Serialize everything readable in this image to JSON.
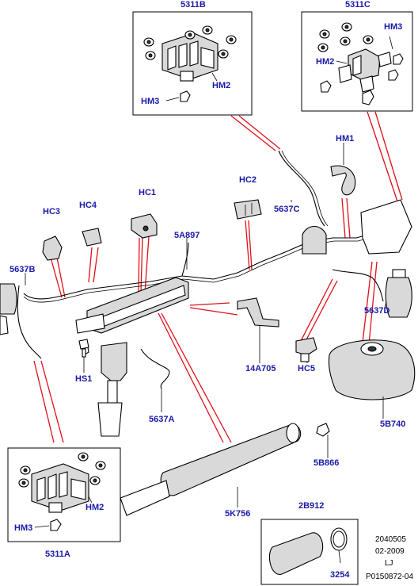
{
  "callouts": {
    "c5311B": "5311B",
    "c5311C": "5311C",
    "c5311A": "5311A",
    "hm1": "HM1",
    "hm2_b": "HM2",
    "hm3_b": "HM3",
    "hm2_c": "HM2",
    "hm3_c": "HM3",
    "hm2_a": "HM2",
    "hm3_a": "HM3",
    "hc1": "HC1",
    "hc2": "HC2",
    "hc3": "HC3",
    "hc4": "HC4",
    "hc5": "HC5",
    "hs1": "HS1",
    "p5637B": "5637B",
    "p5637C": "5637C",
    "p5637D": "5637D",
    "p5637A": "5637A",
    "p5A897": "5A897",
    "p14A705": "14A705",
    "p5B740": "5B740",
    "p5B866": "5B866",
    "p5K756": "5K756",
    "p2B912": "2B912",
    "p3254": "3254"
  },
  "meta": {
    "code": "2040505",
    "date": "02-2009",
    "initials": "LJ",
    "ref": "P0150872-04"
  },
  "colors": {
    "callout_text": "#1a1aa8",
    "link_line": "#e0101a"
  }
}
